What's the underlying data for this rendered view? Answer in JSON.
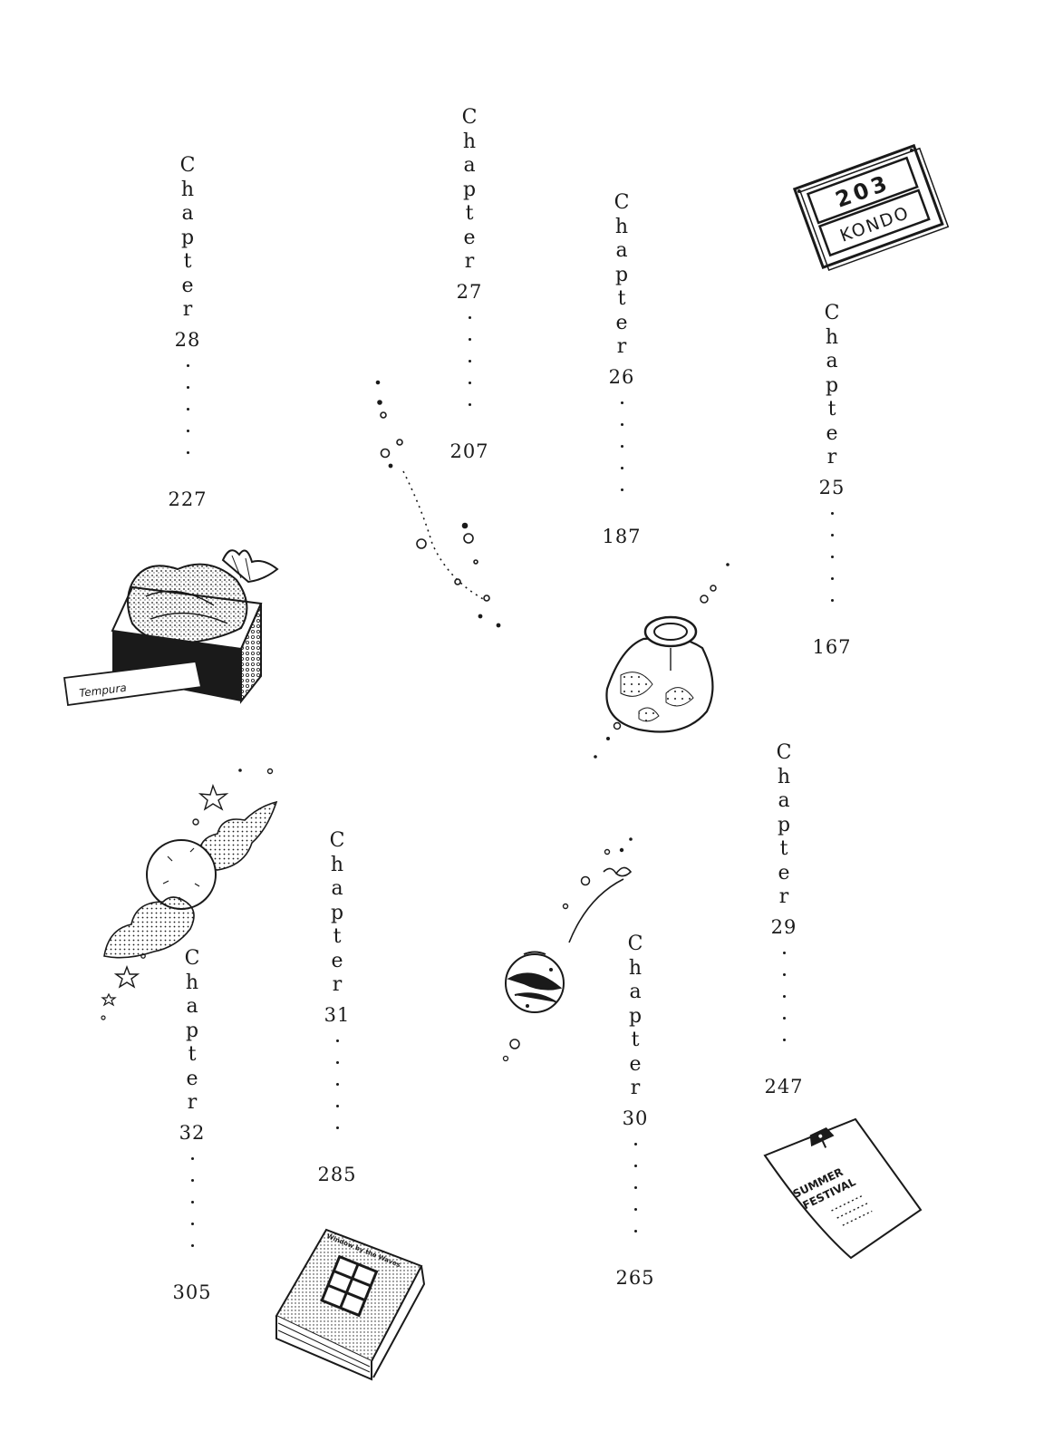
{
  "toc": [
    {
      "id": "ch25",
      "word": "Chapter",
      "number": "25",
      "page": "167"
    },
    {
      "id": "ch26",
      "word": "Chapter",
      "number": "26",
      "page": "187"
    },
    {
      "id": "ch27",
      "word": "Chapter",
      "number": "27",
      "page": "207"
    },
    {
      "id": "ch28",
      "word": "Chapter",
      "number": "28",
      "page": "227"
    },
    {
      "id": "ch29",
      "word": "Chapter",
      "number": "29",
      "page": "247"
    },
    {
      "id": "ch30",
      "word": "Chapter",
      "number": "30",
      "page": "265"
    },
    {
      "id": "ch31",
      "word": "Chapter",
      "number": "31",
      "page": "285"
    },
    {
      "id": "ch32",
      "word": "Chapter",
      "number": "32",
      "page": "305"
    }
  ],
  "illustrations": {
    "nameplate": {
      "room": "203",
      "name": "KONDO"
    },
    "tempura_box": {
      "label": "Tempura"
    },
    "summer_festival_flyer": {
      "line1": "SUMMER",
      "line2": "FESTIVAL"
    },
    "book": {
      "title": "Window by the Waves"
    }
  },
  "colors": {
    "ink": "#1a1a1a",
    "paper": "#ffffff"
  }
}
